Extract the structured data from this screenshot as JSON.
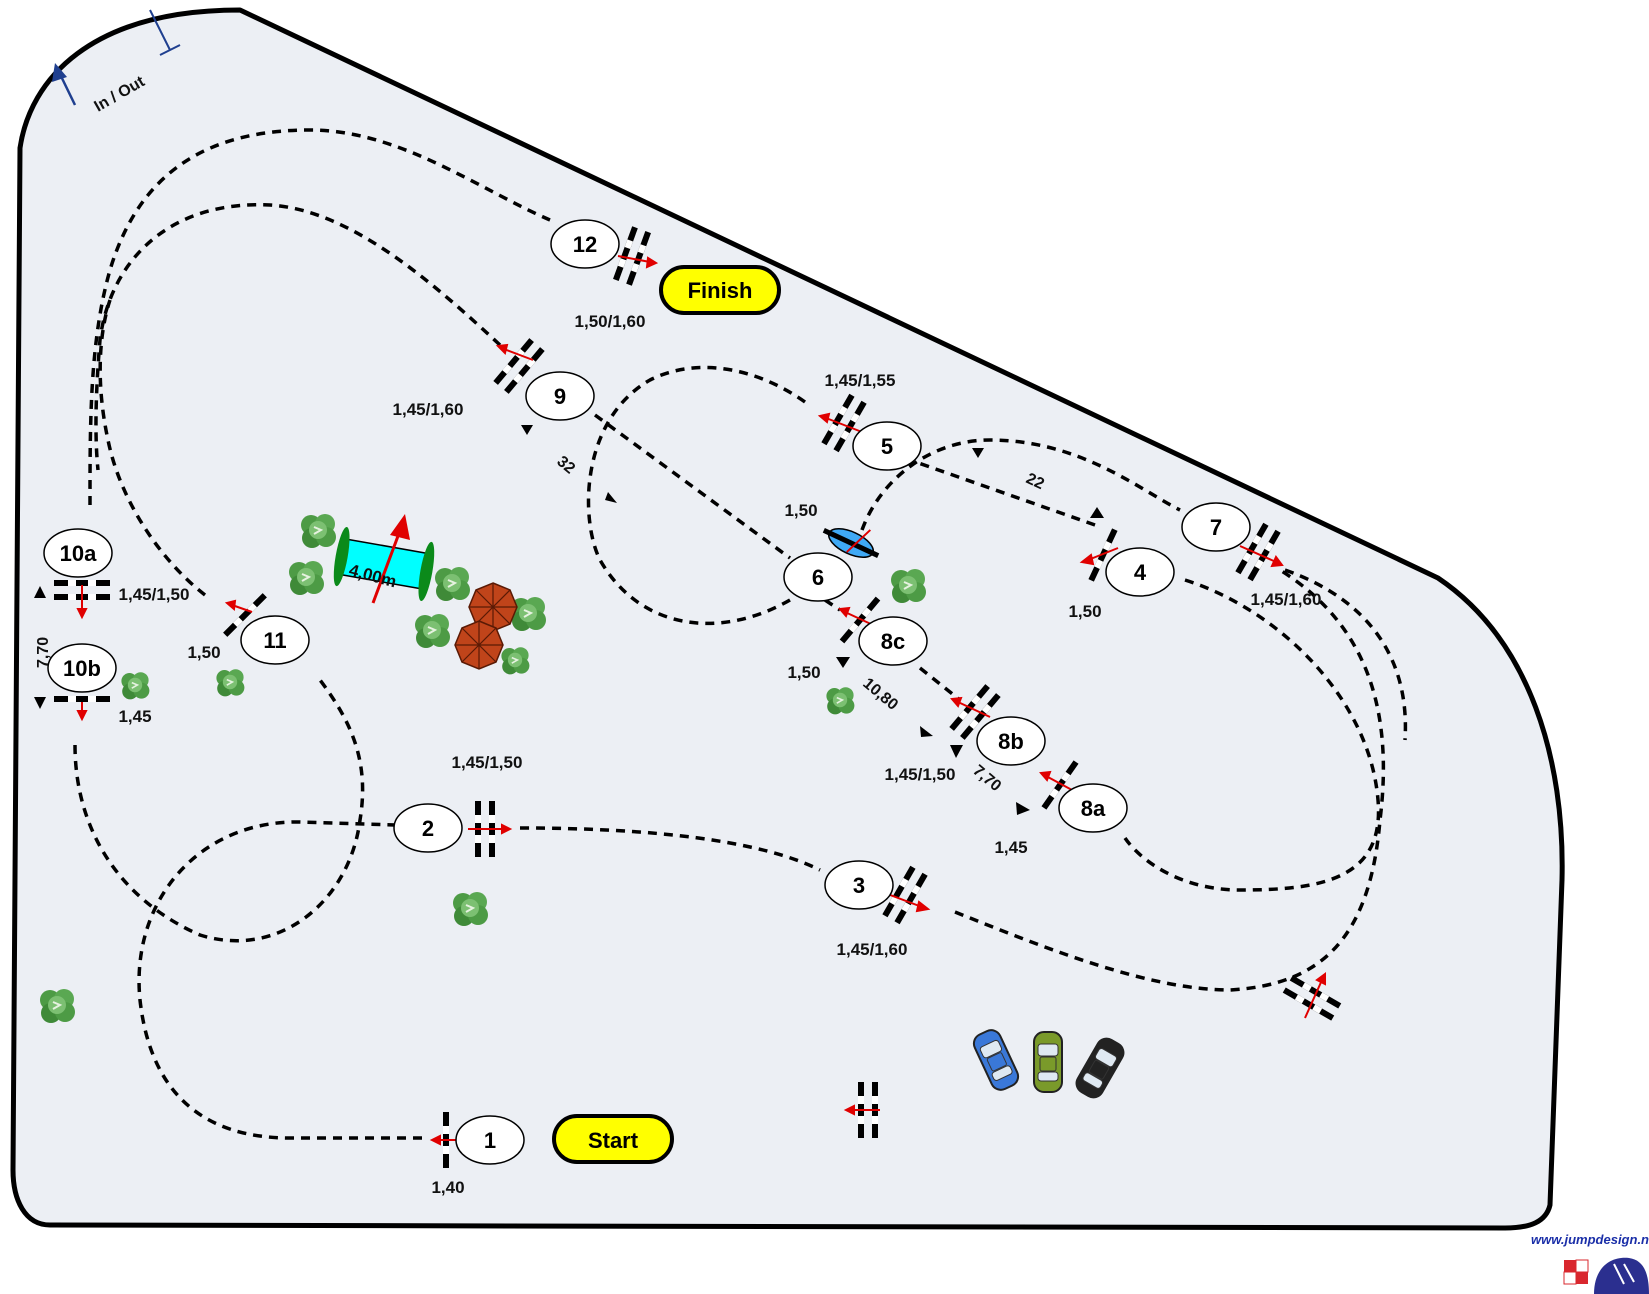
{
  "entrance_label": "In / Out",
  "start_label": "Start",
  "finish_label": "Finish",
  "fence_numbers": {
    "f1": "1",
    "f2": "2",
    "f3": "3",
    "f4": "4",
    "f5": "5",
    "f6": "6",
    "f7": "7",
    "f8a": "8a",
    "f8b": "8b",
    "f8c": "8c",
    "f9": "9",
    "f10a": "10a",
    "f10b": "10b",
    "f11": "11",
    "f12": "12"
  },
  "fence_heights": {
    "f1": "1,40",
    "f2": "1,45/1,50",
    "f3": "1,45/1,60",
    "f4": "1,50",
    "f5": "1,45/1,55",
    "f6": "1,50",
    "f7": "1,45/1,60",
    "f8a": "1,45",
    "f8b": "1,45/1,50",
    "f8c": "1,50",
    "f9": "1,45/1,60",
    "f10a": "1,45/1,50",
    "f10b": "1,45",
    "f11": "1,50",
    "f12": "1,50/1,60"
  },
  "distances": {
    "d_9_6": "32",
    "d_5_4": "22",
    "d_8c_8b": "10,80",
    "d_8b_8a": "7,70",
    "d_10a_10b": "7,70"
  },
  "water_jump_width": "4,00m",
  "website": "www.jumpdesign.n",
  "colors": {
    "arena_fill": "#eceff4",
    "arena_border": "#000000",
    "badge_yellow": "#ffff00",
    "water_cyan": "#00ffff",
    "water_edge": "#0b8a1a",
    "fence_arrow": "#e00000",
    "liverpool_blue": "#3fa9f5",
    "tree_green": "#4d9b45",
    "umbrella_orange": "#c0441a",
    "gate_blue": "#1f3f8f"
  }
}
